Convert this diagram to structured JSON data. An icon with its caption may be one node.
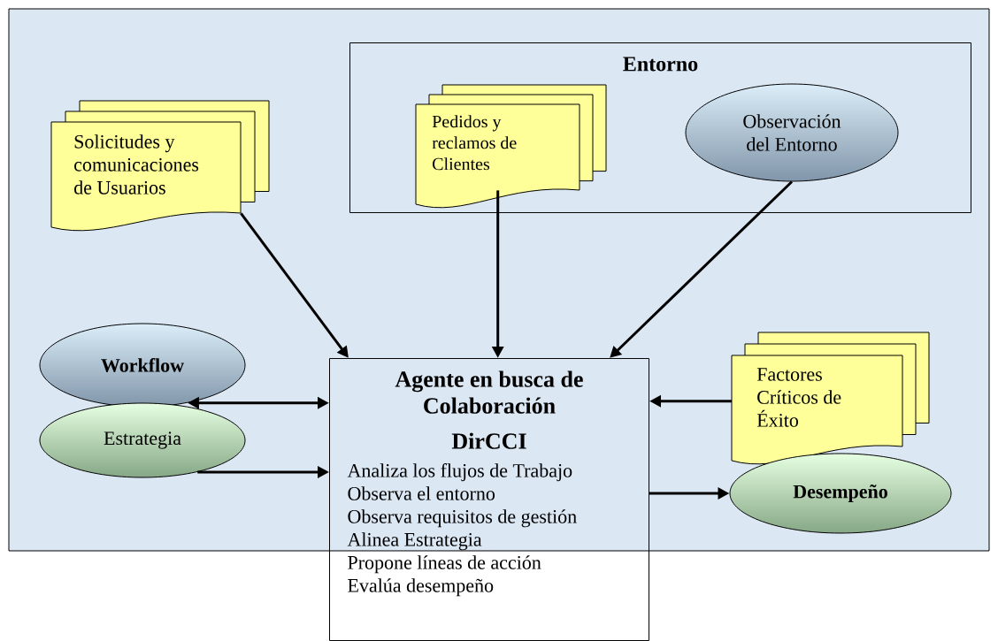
{
  "diagram": {
    "nodes": [
      {
        "text": [
          "Solicitudes y comunicaciones de Usuarios"
        ]
      },
      {
        "text": [
          "Entorno"
        ]
      },
      {
        "text": [
          "Pedidos y reclamos de Clientes"
        ],
        "in": 1
      },
      {
        "text": [
          "Observación del Entorno"
        ],
        "in": 1
      },
      {
        "text": [
          "Workflow"
        ]
      },
      {
        "text": [
          "Estrategia"
        ]
      },
      {
        "text": [
          "Agente en busca de Colaboración",
          "DirCCI",
          "Analiza los flujos de Trabajo",
          "Observa el entorno",
          "Observa requisitos de gestión",
          "Alinea Estrategia",
          "Propone líneas de acción",
          "Evalúa desempeño"
        ]
      },
      {
        "text": [
          "Factores Críticos de Éxito"
        ]
      },
      {
        "text": [
          "Desempeño"
        ]
      }
    ],
    "edges": [
      {
        "from": 0,
        "to": 6,
        "arrow": "to"
      },
      {
        "from": 2,
        "to": 6,
        "arrow": "to"
      },
      {
        "from": 3,
        "to": 6,
        "arrow": "to"
      },
      {
        "from": 4,
        "to": 6,
        "arrow": "both"
      },
      {
        "from": 5,
        "to": 6,
        "arrow": "to"
      },
      {
        "from": 7,
        "to": 6,
        "arrow": "to"
      },
      {
        "from": 6,
        "to": 8,
        "arrow": "to"
      }
    ]
  }
}
